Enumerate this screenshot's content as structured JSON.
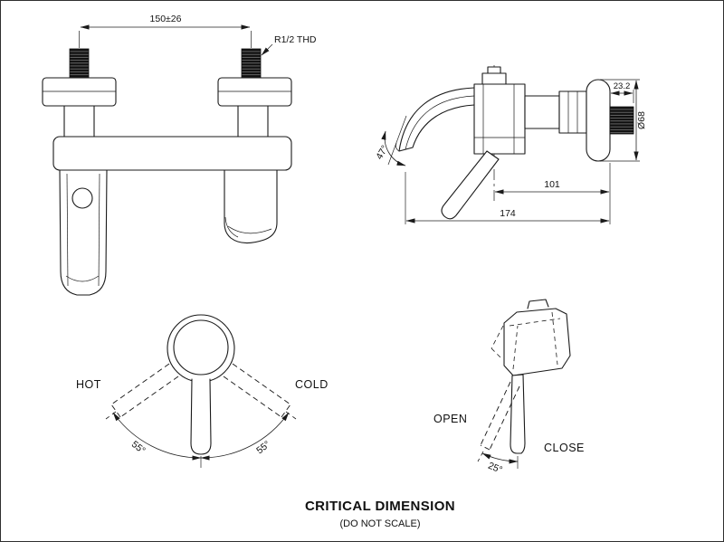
{
  "front_view": {
    "dim_width": "150±26",
    "thread_label": "R1/2 THD"
  },
  "side_view": {
    "angle_spout": "47°",
    "dim_depth": "23.2",
    "dim_diameter": "Ø68",
    "dim_center_to_wall": "101",
    "dim_overall": "174"
  },
  "handle_top_view": {
    "hot": "HOT",
    "cold": "COLD",
    "angle_left": "55°",
    "angle_right": "55°"
  },
  "handle_side_view": {
    "open": "OPEN",
    "close": "CLOSE",
    "angle": "25°"
  },
  "footer": {
    "title": "CRITICAL DIMENSION",
    "subtitle": "(DO NOT SCALE)"
  },
  "colors": {
    "line": "#1a1a1a",
    "background": "#ffffff"
  }
}
